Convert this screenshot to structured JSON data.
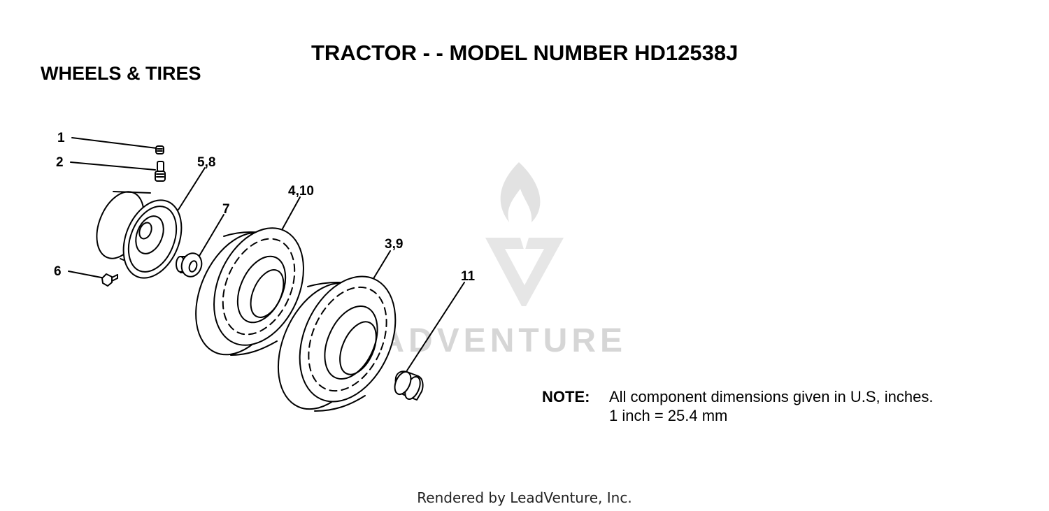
{
  "header": {
    "title": "TRACTOR - - MODEL NUMBER HD12538J",
    "section": "WHEELS & TIRES"
  },
  "callouts": {
    "c1": "1",
    "c2": "2",
    "c58": "5,8",
    "c7": "7",
    "c410": "4,10",
    "c39": "3,9",
    "c6": "6",
    "c11": "11"
  },
  "note": {
    "label": "NOTE:",
    "line1": "All component dimensions given in U.S, inches.",
    "line2": "1 inch = 25.4 mm"
  },
  "watermark": {
    "text": "LEADVENTURE"
  },
  "footer": {
    "credit": "Rendered by LeadVenture, Inc."
  }
}
